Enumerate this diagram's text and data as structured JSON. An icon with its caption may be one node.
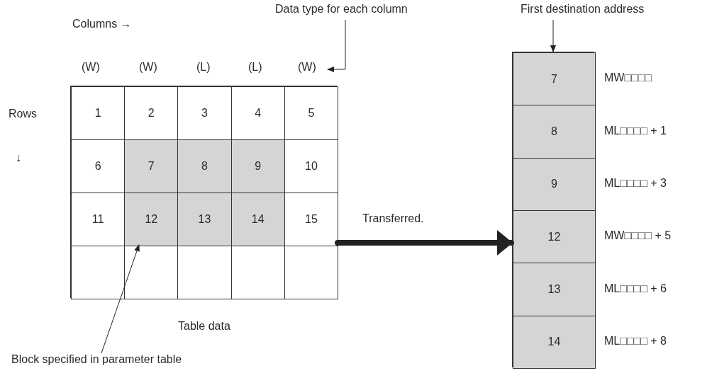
{
  "diagram": {
    "nodes": [
      {
        "text": [
          "Data type for each column"
        ]
      },
      {
        "text": [
          "(W)"
        ]
      },
      {
        "text": [],
        "shape": "box",
        "beside": [
          "Table data"
        ]
      },
      {
        "text": [
          "1"
        ],
        "in": 2
      },
      {
        "text": [
          "2"
        ],
        "in": 2
      },
      {
        "text": [
          "3"
        ],
        "in": 2
      },
      {
        "text": [
          "4"
        ],
        "in": 2
      },
      {
        "text": [
          "5"
        ],
        "in": 2
      },
      {
        "text": [
          "6"
        ],
        "in": 2
      },
      {
        "text": [
          "7"
        ],
        "in": 2
      },
      {
        "text": [
          "8"
        ],
        "in": 2
      },
      {
        "text": [
          "9"
        ],
        "in": 2
      },
      {
        "text": [
          "10"
        ],
        "in": 2
      },
      {
        "text": [
          "11"
        ],
        "in": 2
      },
      {
        "text": [
          "12"
        ],
        "in": 2
      },
      {
        "text": [
          "13"
        ],
        "in": 2
      },
      {
        "text": [
          "14"
        ],
        "in": 2
      },
      {
        "text": [
          "15"
        ],
        "in": 2
      },
      {
        "text": [],
        "shape": "box",
        "in": 2
      },
      {
        "text": [],
        "shape": "box",
        "in": 2
      },
      {
        "text": [],
        "shape": "box",
        "in": 2
      },
      {
        "text": [],
        "shape": "box",
        "in": 2
      },
      {
        "text": [],
        "shape": "box",
        "in": 2
      },
      {
        "text": [
          "Block specified in parameter table"
        ]
      },
      {
        "text": [
          "First destination address"
        ]
      },
      {
        "text": [],
        "shape": "box"
      },
      {
        "text": [
          "7"
        ],
        "in": 25,
        "beside": [
          "MW□□□□"
        ]
      },
      {
        "text": [
          "8"
        ],
        "in": 25,
        "beside": [
          "ML□□□□ + 1"
        ]
      },
      {
        "text": [
          "9"
        ],
        "in": 25,
        "beside": [
          "ML□□□□ + 3"
        ]
      },
      {
        "text": [
          "12"
        ],
        "in": 25,
        "beside": [
          "MW□□□□ + 5"
        ]
      },
      {
        "text": [
          "13"
        ],
        "in": 25,
        "beside": [
          "ML□□□□ + 6"
        ]
      },
      {
        "text": [
          "14"
        ],
        "in": 25,
        "beside": [
          "ML□□□□ + 8"
        ]
      }
    ],
    "edges": [
      {
        "from": 0,
        "to": 1,
        "arrow": "to"
      },
      {
        "from": 23,
        "to": 14,
        "arrow": "to"
      },
      {
        "from": 24,
        "to": 26,
        "arrow": "to"
      },
      {
        "from": 2,
        "to": 25,
        "arrow": "to",
        "style": "thick",
        "label": "Transferred."
      }
    ],
    "labels": [
      "Columns →",
      "(W)",
      "(W)",
      "(L)",
      "(L)",
      "Rows",
      "↓"
    ]
  }
}
